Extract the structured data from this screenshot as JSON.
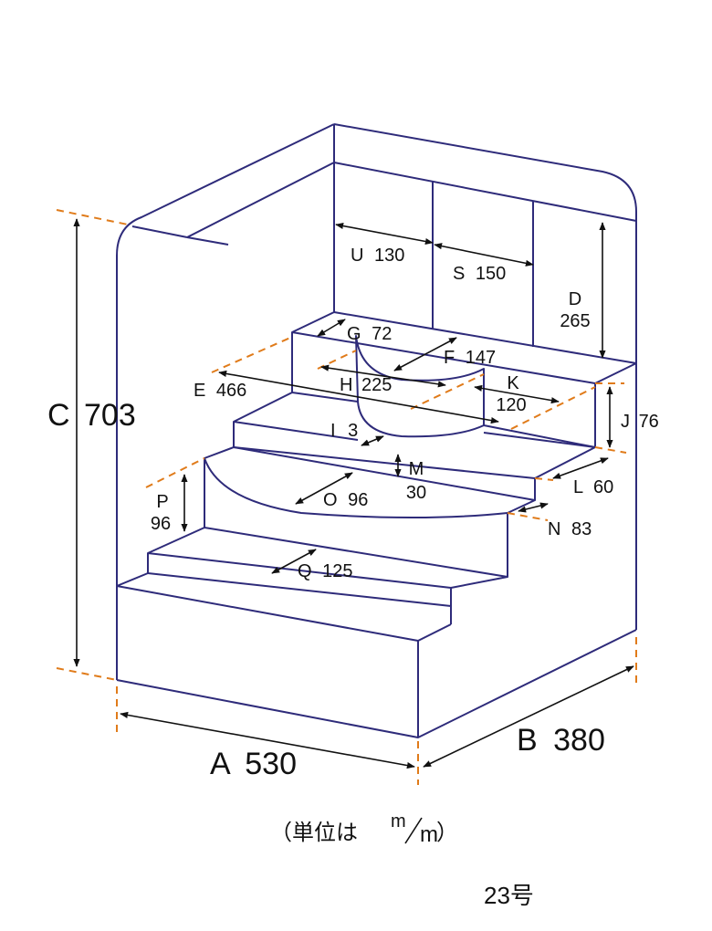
{
  "colors": {
    "outline": "#2e2b7a",
    "dimension": "#111111",
    "guide": "#e07b1a",
    "background": "#ffffff"
  },
  "diagram": {
    "dimensions": {
      "A": {
        "letter": "A",
        "value": "530"
      },
      "B": {
        "letter": "B",
        "value": "380"
      },
      "C": {
        "letter": "C",
        "value": "703"
      },
      "D": {
        "letter": "D",
        "value": "265"
      },
      "E": {
        "letter": "E",
        "value": "466"
      },
      "F": {
        "letter": "F",
        "value": "147"
      },
      "G": {
        "letter": "G",
        "value": "72"
      },
      "H": {
        "letter": "H",
        "value": "225"
      },
      "I": {
        "letter": "I",
        "value": "3"
      },
      "J": {
        "letter": "J",
        "value": "76"
      },
      "K": {
        "letter": "K",
        "value": "120"
      },
      "L": {
        "letter": "L",
        "value": "60"
      },
      "M": {
        "letter": "M",
        "value": "30"
      },
      "N": {
        "letter": "N",
        "value": "83"
      },
      "O": {
        "letter": "O",
        "value": "96"
      },
      "P": {
        "letter": "P",
        "value": "96"
      },
      "Q": {
        "letter": "Q",
        "value": "125"
      },
      "S": {
        "letter": "S",
        "value": "150"
      },
      "U": {
        "letter": "U",
        "value": "130"
      }
    },
    "unit": {
      "prefix": "（単位は",
      "numerator": "m",
      "denominator": "m",
      "suffix": "）"
    },
    "model_number": "23号"
  }
}
